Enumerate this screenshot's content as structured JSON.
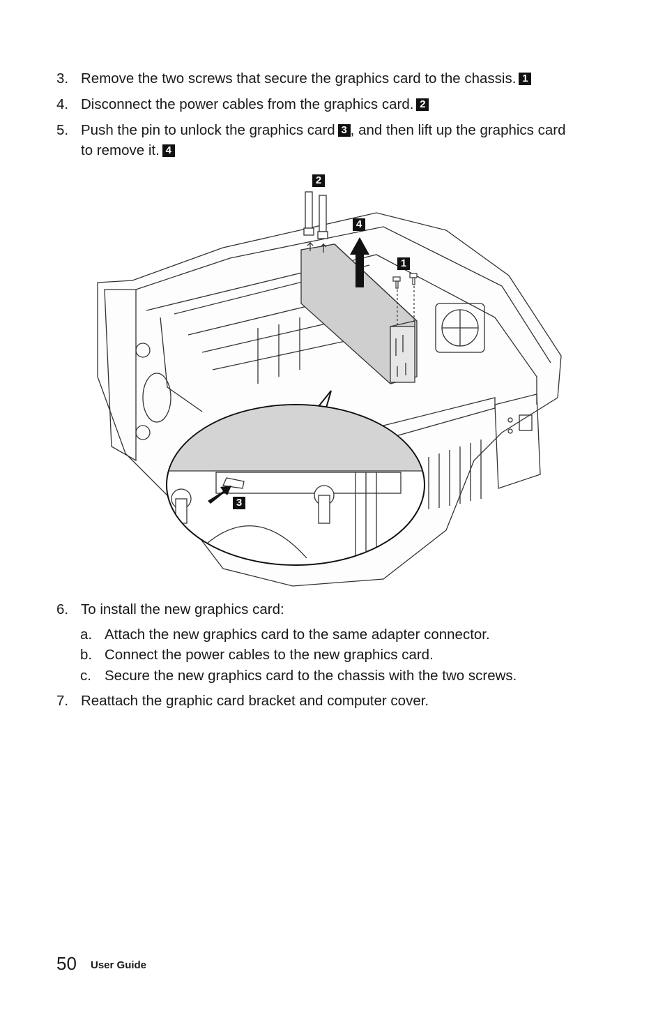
{
  "steps": {
    "s3": {
      "num": "3.",
      "text": "Remove the two screws that secure the graphics card to the chassis.",
      "badge": "1"
    },
    "s4": {
      "num": "4.",
      "text": "Disconnect the power cables from the graphics card.",
      "badge": "2"
    },
    "s5": {
      "num": "5.",
      "text_a": "Push the pin to unlock the graphics card",
      "badge_a": "3",
      "text_b": ", and then lift up the graphics card",
      "text_c": "to remove it.",
      "badge_b": "4"
    },
    "s6": {
      "num": "6.",
      "text": "To install the new graphics card:"
    },
    "s6a": {
      "num": "a.",
      "text": "Attach the new graphics card to the same adapter connector."
    },
    "s6b": {
      "num": "b.",
      "text": "Connect the power cables to the new graphics card."
    },
    "s6c": {
      "num": "c.",
      "text": "Secure the new graphics card to the chassis with the two screws."
    },
    "s7": {
      "num": "7.",
      "text": "Reattach the graphic card bracket and computer cover."
    }
  },
  "figure": {
    "callout_1": "1",
    "callout_2": "2",
    "callout_3": "3",
    "callout_4": "4"
  },
  "footer": {
    "page_number": "50",
    "title": "User Guide"
  }
}
